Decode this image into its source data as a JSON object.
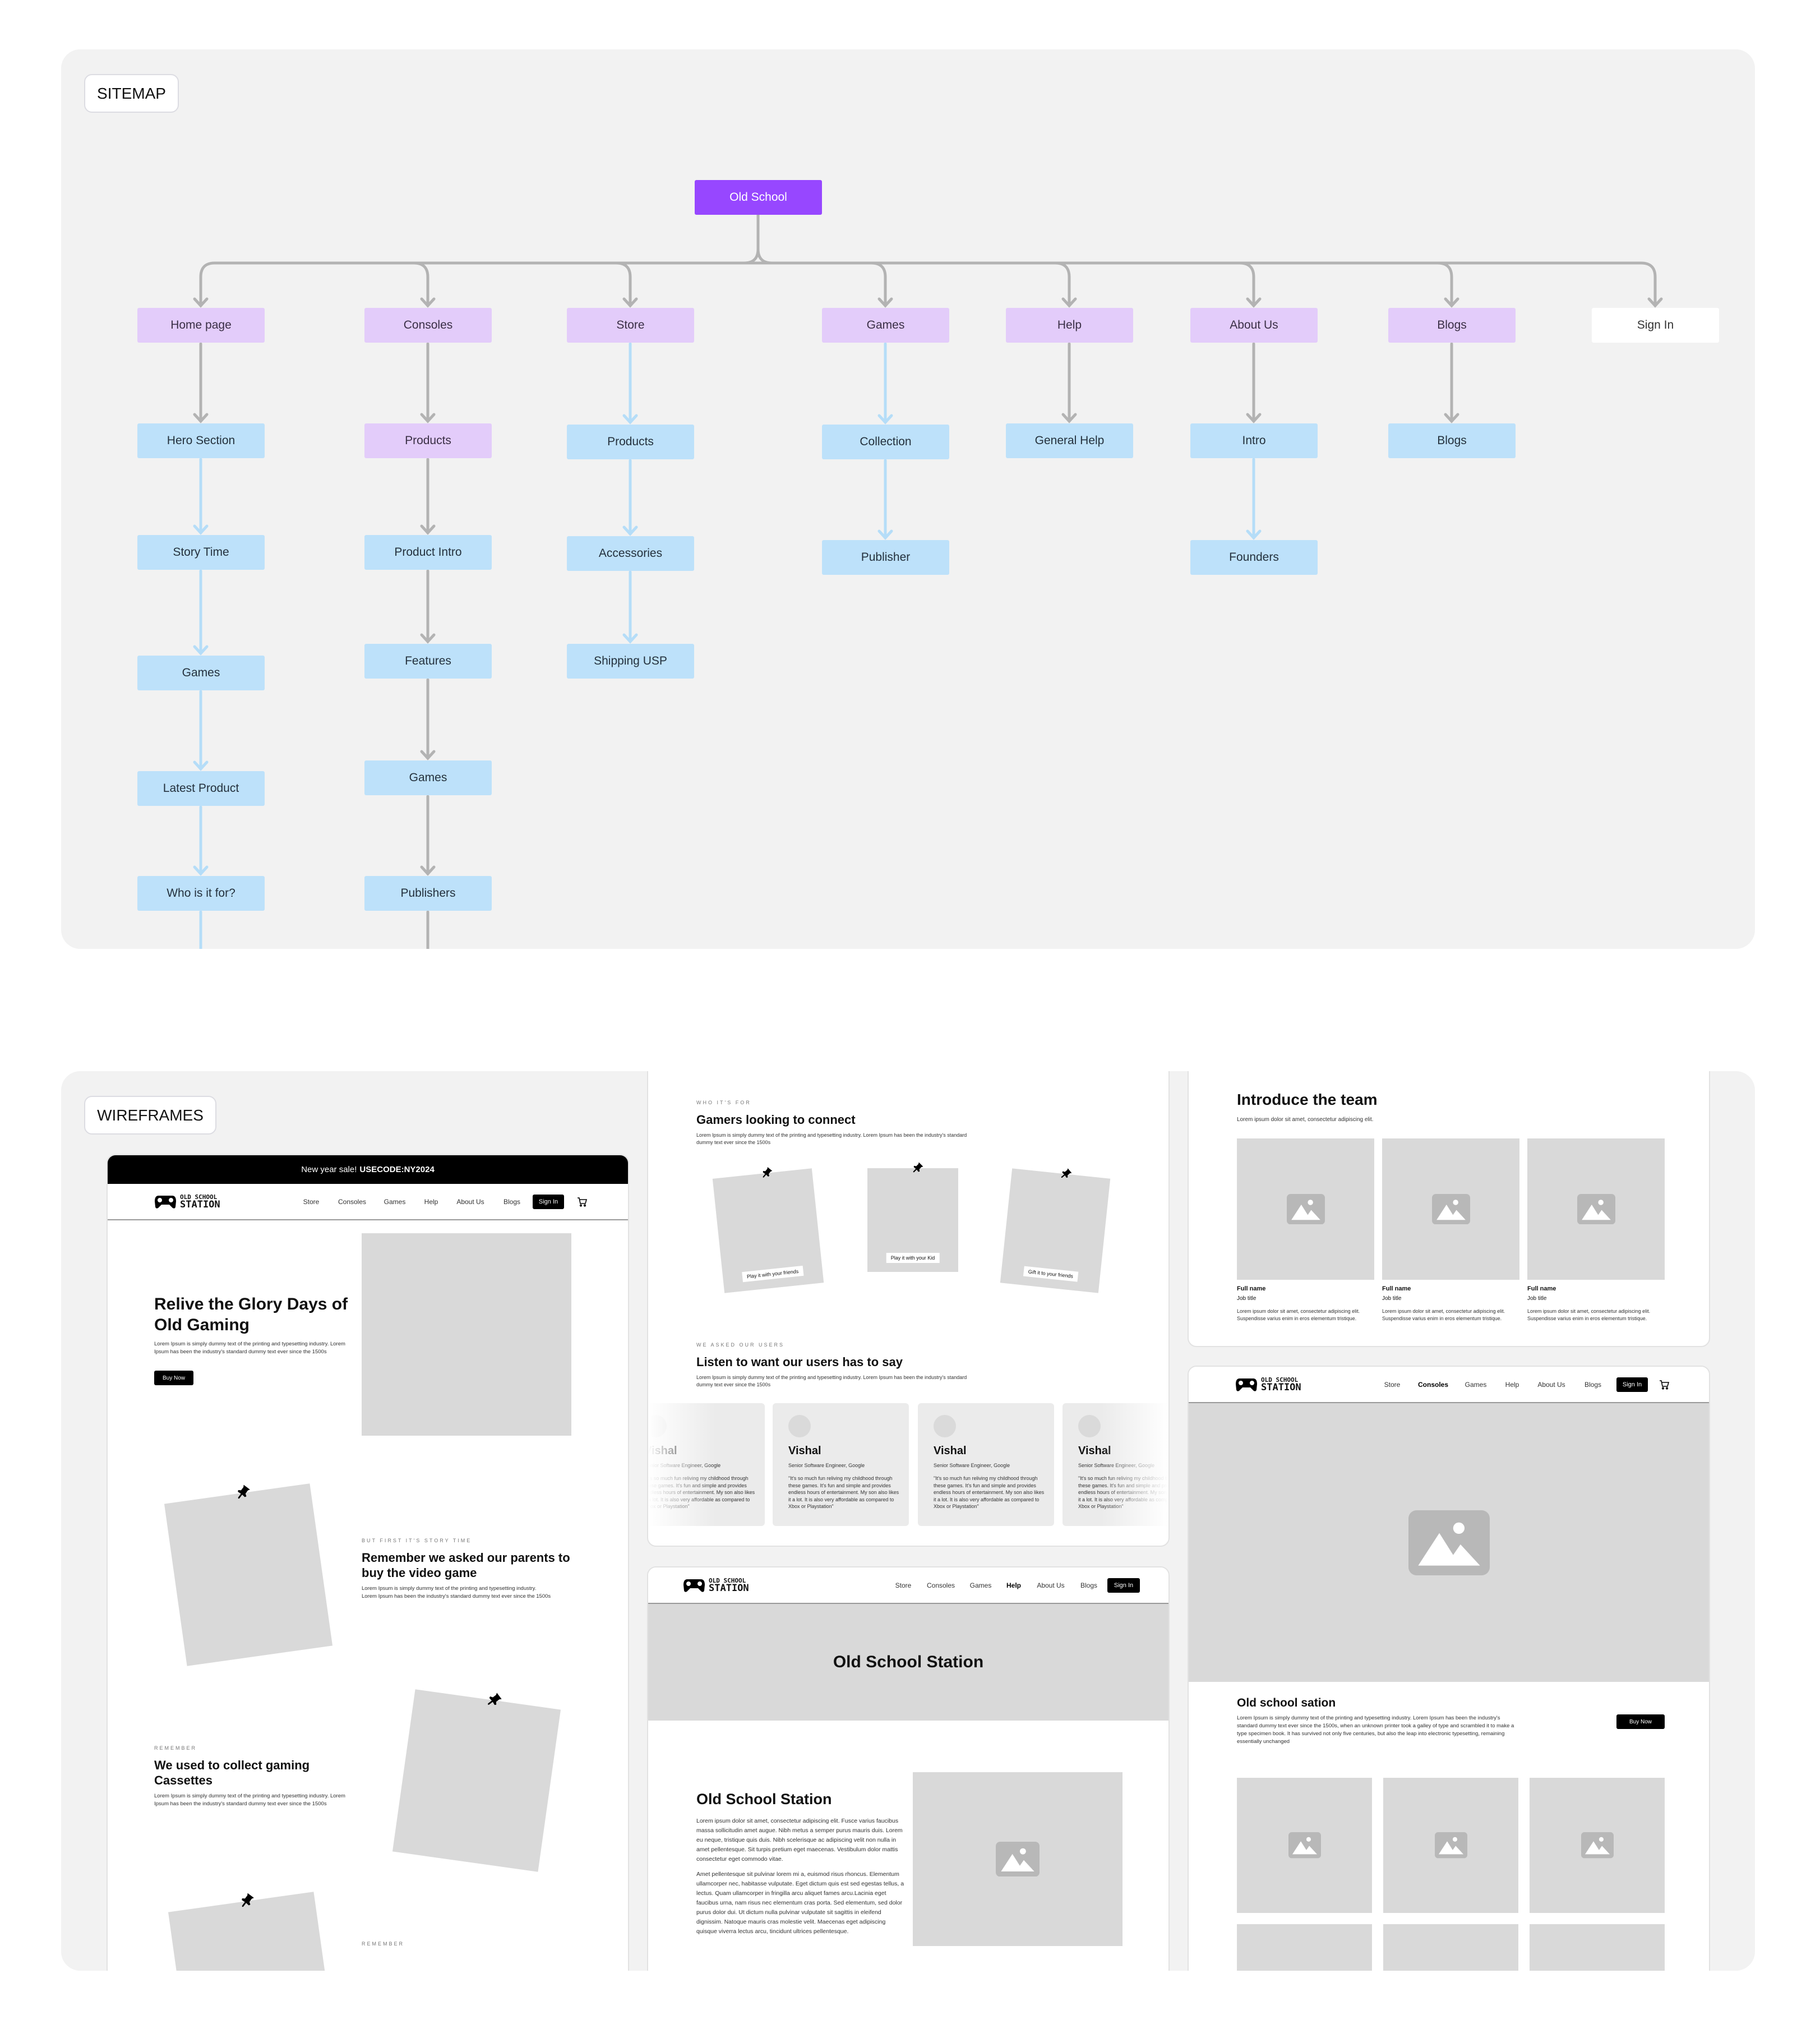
{
  "colors": {
    "panel_bg": "#F2F2F2",
    "root": "#9747FF",
    "page_node": "#E3CCFA",
    "section_node": "#BDE1FA",
    "link_gray": "#B3B3B3",
    "link_blue": "#B5DDF8",
    "placeholder": "#D9D9D9"
  },
  "sitemap": {
    "label": "SITEMAP",
    "root": "Old School",
    "columns": [
      {
        "label": "Home page",
        "type": "page",
        "continues": "blue",
        "children": [
          {
            "label": "Hero Section",
            "link": "gray"
          },
          {
            "label": "Story Time",
            "link": "blue"
          },
          {
            "label": "Games",
            "link": "blue"
          },
          {
            "label": "Latest Product",
            "link": "blue"
          },
          {
            "label": "Who is it for?",
            "link": "blue"
          }
        ]
      },
      {
        "label": "Consoles",
        "type": "page",
        "continues": "gray",
        "children": [
          {
            "label": "Products",
            "link": "gray",
            "type": "page"
          },
          {
            "label": "Product Intro",
            "link": "gray"
          },
          {
            "label": "Features",
            "link": "gray"
          },
          {
            "label": "Games",
            "link": "gray"
          },
          {
            "label": "Publishers",
            "link": "gray"
          }
        ]
      },
      {
        "label": "Store",
        "type": "page",
        "children": [
          {
            "label": "Products",
            "link": "blue"
          },
          {
            "label": "Accessories",
            "link": "blue"
          },
          {
            "label": "Shipping USP",
            "link": "blue"
          }
        ]
      },
      {
        "label": "Games",
        "type": "page",
        "children": [
          {
            "label": "Collection",
            "link": "blue"
          },
          {
            "label": "Publisher",
            "link": "blue"
          }
        ]
      },
      {
        "label": "Help",
        "type": "page",
        "children": [
          {
            "label": "General Help",
            "link": "gray"
          }
        ]
      },
      {
        "label": "About Us",
        "type": "page",
        "children": [
          {
            "label": "Intro",
            "link": "gray"
          },
          {
            "label": "Founders",
            "link": "blue"
          }
        ]
      },
      {
        "label": "Blogs",
        "type": "page",
        "children": [
          {
            "label": "Blogs",
            "link": "gray"
          }
        ]
      },
      {
        "label": "Sign In",
        "type": "plain",
        "children": []
      }
    ]
  },
  "wireframes": {
    "label": "WIREFRAMES",
    "logo": {
      "line1": "OLD SCHOOL",
      "line2": "STATION",
      "icon": "gamepad-icon"
    },
    "nav": {
      "items": [
        "Store",
        "Consoles",
        "Games",
        "Help",
        "About Us",
        "Blogs"
      ],
      "sign_in": "Sign In",
      "cart_icon": "cart-icon"
    },
    "home": {
      "banner_text": "New year sale!",
      "banner_code": "USECODE:NY2024",
      "hero_title": "Relive the Glory Days of Old Gaming",
      "hero_text": "Lorem Ipsum is simply dummy text of the printing and typesetting industry. Lorem Ipsum has been the industry's standard dummy text ever since the 1500s",
      "buy_now": "Buy Now",
      "story_eyebrow": "BUT FIRST IT'S STORY TIME",
      "story_title": "Remember we asked our parents to buy the video game",
      "story_text": "Lorem Ipsum is simply dummy text of the printing and typesetting industry. Lorem Ipsum has been the industry's standard dummy text ever since the 1500s",
      "remember_eyebrow": "REMEMBER",
      "remember_title": "We used to collect gaming Cassettes",
      "remember_text": "Lorem Ipsum is simply dummy text of the printing and typesetting industry. Lorem Ipsum has been the industry's standard dummy text ever since the 1500s",
      "remember2_eyebrow": "REMEMBER"
    },
    "who": {
      "eyebrow": "WHO IT'S FOR",
      "title": "Gamers looking to connect",
      "text": "Lorem Ipsum is simply dummy text of the printing and typesetting industry. Lorem Ipsum has been the industry's standard dummy text ever since the 1500s",
      "polaroids": [
        "Play it with your friends",
        "Play it with your Kid",
        "Gift it to your friends"
      ],
      "users_eyebrow": "WE ASKED OUR USERS",
      "users_title": "Listen to want our users has to say",
      "users_text": "Lorem Ipsum is simply dummy text of the printing and typesetting industry. Lorem Ipsum has been the industry's standard dummy text ever since the 1500s",
      "testimonials": [
        {
          "name": "Vishal",
          "role": "Senior Software Engineer, Google",
          "quote": "\"It's so much fun reliving my childhood through these games. It's fun and simple and provides endless hours of entertainment. My son also likes it a lot. It is also very affordable as compared to Xbox or Playstation\""
        },
        {
          "name": "Vishal",
          "role": "Senior Software Engineer, Google",
          "quote": "\"It's so much fun reliving my childhood through these games. It's fun and simple and provides endless hours of entertainment. My son also likes it a lot. It is also very affordable as compared to Xbox or Playstation\""
        },
        {
          "name": "Vishal",
          "role": "Senior Software Engineer, Google",
          "quote": "\"It's so much fun reliving my childhood through these games. It's fun and simple and provides endless hours of entertainment. My son also likes it a lot. It is also very affordable as compared to Xbox or Playstation\""
        },
        {
          "name": "Vishal",
          "role": "Senior Software Engineer, Google",
          "quote": "\"It's so much fun reliving my childhood through these games. It's fun and simple and provides endless hours of entertainment. My son also likes it a lot. It is also very affordable as compared to Xbox or Playstation\""
        }
      ]
    },
    "help": {
      "active": "Help",
      "hero_title": "Old School Station",
      "title": "Old School Station",
      "text1": "Lorem ipsum dolor sit amet, consectetur adipiscing elit. Fusce varius faucibus massa sollicitudin amet augue. Nibh metus a semper purus mauris duis. Lorem eu neque, tristique quis duis. Nibh scelerisque ac adipiscing velit non nulla in amet pellentesque. Sit turpis pretium eget maecenas. Vestibulum dolor mattis consectetur eget commodo vitae.",
      "text2": "Amet pellentesque sit pulvinar lorem mi a, euismod risus rhoncus. Elementum ullamcorper nec, habitasse vulputate. Eget dictum quis est sed egestas tellus, a lectus. Quam ullamcorper in fringilla arcu aliquet fames arcu.Lacinia eget faucibus urna, nam risus nec elementum cras porta. Sed elementum, sed dolor purus dolor dui. Ut dictum nulla pulvinar vulputate sit sagittis in eleifend dignissim. Natoque mauris cras molestie velit. Maecenas eget adipiscing quisque viverra lectus arcu, tincidunt ultrices pellentesque."
    },
    "team": {
      "title": "Introduce the team",
      "subtitle": "Lorem ipsum dolor sit amet, consectetur adipiscing elit.",
      "members": [
        {
          "name": "Full name",
          "job": "Job title",
          "bio": "Lorem ipsum dolor sit amet, consectetur adipiscing elit. Suspendisse varius enim in eros elementum tristique."
        },
        {
          "name": "Full name",
          "job": "Job title",
          "bio": "Lorem ipsum dolor sit amet, consectetur adipiscing elit. Suspendisse varius enim in eros elementum tristique."
        },
        {
          "name": "Full name",
          "job": "Job title",
          "bio": "Lorem ipsum dolor sit amet, consectetur adipiscing elit. Suspendisse varius enim in eros elementum tristique."
        }
      ]
    },
    "consoles": {
      "active": "Consoles",
      "title": "Old school sation",
      "text": "Lorem Ipsum is simply dummy text of the printing and typesetting industry. Lorem Ipsum has been the industry's standard dummy text ever since the 1500s, when an unknown printer took a galley of type and scrambled it to make a type specimen book. It has survived not only five centuries, but also the leap into electronic typesetting, remaining essentially unchanged",
      "buy_now": "Buy Now"
    }
  }
}
